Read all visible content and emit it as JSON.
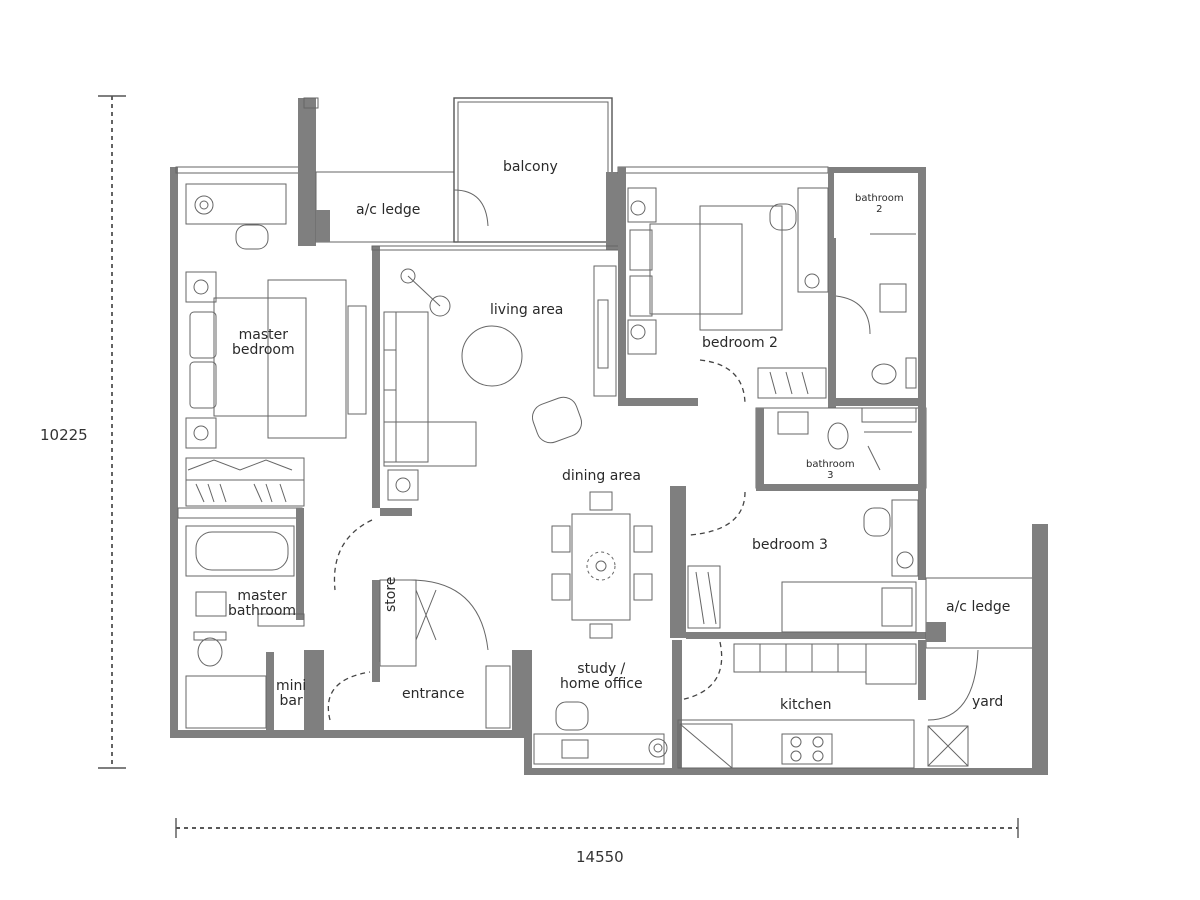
{
  "rooms": {
    "balcony": "balcony",
    "ac_ledge_top": "a/c ledge",
    "living_area": "living area",
    "bathroom2": [
      "bathroom",
      "2"
    ],
    "master_bedroom": [
      "master",
      "bedroom"
    ],
    "bedroom2": "bedroom 2",
    "bathroom3": [
      "bathroom",
      "3"
    ],
    "dining_area": "dining area",
    "bedroom3": "bedroom 3",
    "ac_ledge_right": "a/c ledge",
    "master_bathroom": [
      "master",
      "bathroom"
    ],
    "store": "store",
    "study": [
      "study /",
      "home office"
    ],
    "kitchen": "kitchen",
    "yard": "yard",
    "mini_bar": [
      "mini",
      "bar"
    ],
    "entrance": "entrance"
  },
  "dimensions": {
    "height": "10225",
    "width": "14550"
  },
  "colors": {
    "wall": "#7f7f7f",
    "line": "#555555"
  }
}
